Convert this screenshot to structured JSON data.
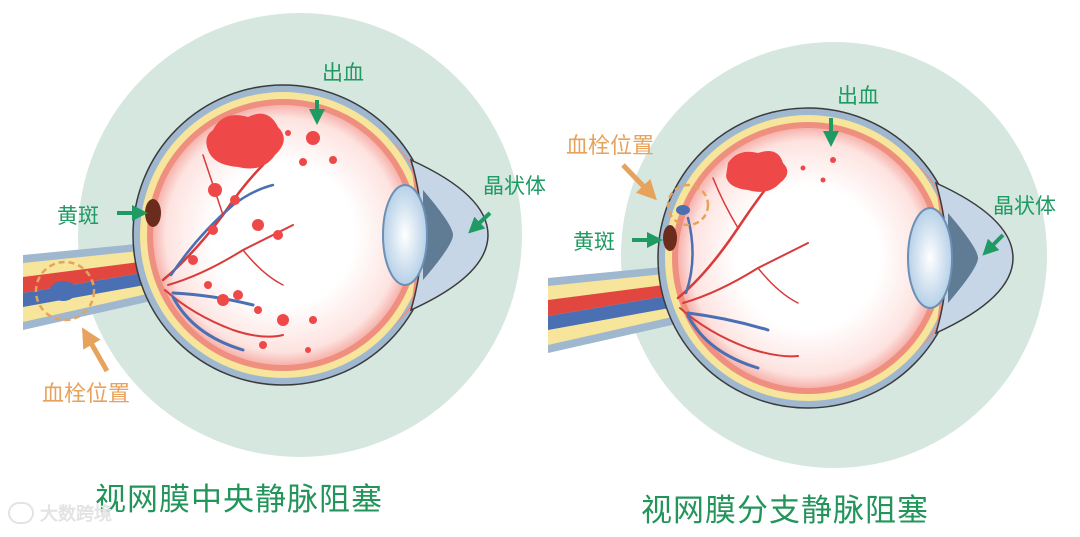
{
  "left": {
    "title": "视网膜中央静脉阻塞",
    "hemorrhage_label": "出血",
    "lens_label": "晶状体",
    "macula_label": "黄斑",
    "thrombus_label": "血栓位置"
  },
  "right": {
    "title": "视网膜分支静脉阻塞",
    "hemorrhage_label": "出血",
    "lens_label": "晶状体",
    "macula_label": "黄斑",
    "thrombus_label": "血栓位置"
  },
  "colors": {
    "background_circle": "#d5e7df",
    "label_green": "#1f9a62",
    "label_orange": "#e7a25c",
    "artery": "#d93a3a",
    "vein": "#4a6fb3",
    "blood_spot": "#ef4848"
  },
  "watermark": "大数跨境"
}
